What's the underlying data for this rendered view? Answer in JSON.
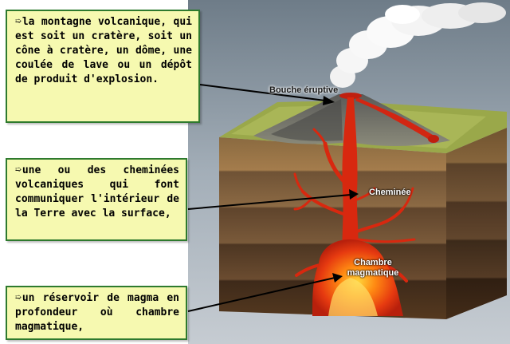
{
  "notes": [
    {
      "arrow": "➯",
      "text": "la montagne volcanique, qui est soit un cratère, soit un cône à cratère, un dôme, une coulée de lave ou un dépôt de produit d'explosion."
    },
    {
      "arrow": "➯",
      "text": "une ou des cheminées volcaniques qui font communiquer l'intérieur de la Terre avec la surface,"
    },
    {
      "arrow": "➯",
      "text": "un réservoir de magma en profondeur où chambre magmatique,"
    }
  ],
  "labels": {
    "bouche": "Bouche éruptive",
    "cheminee": "Cheminée",
    "chambre_line1": "Chambre",
    "chambre_line2": "magmatique"
  },
  "colors": {
    "note_bg": "#f6f9b0",
    "note_border": "#2e7a2e",
    "magma": "#e02010",
    "sky": "#8a98a4"
  }
}
